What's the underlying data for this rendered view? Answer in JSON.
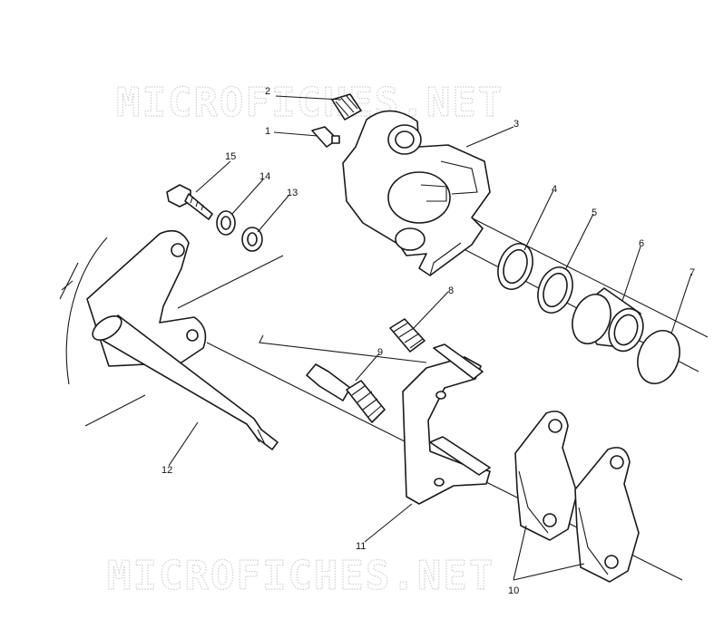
{
  "watermark": {
    "top": "MICROFICHES.NET",
    "bottom": "MICROFICHES.NET"
  },
  "callouts": [
    "1",
    "2",
    "3",
    "4",
    "5",
    "6",
    "7",
    "8",
    "9",
    "10",
    "11",
    "12",
    "13",
    "14",
    "15"
  ],
  "colors": {
    "line": "#1a1a1a",
    "background": "#ffffff",
    "watermark": "#cfcfcf"
  }
}
